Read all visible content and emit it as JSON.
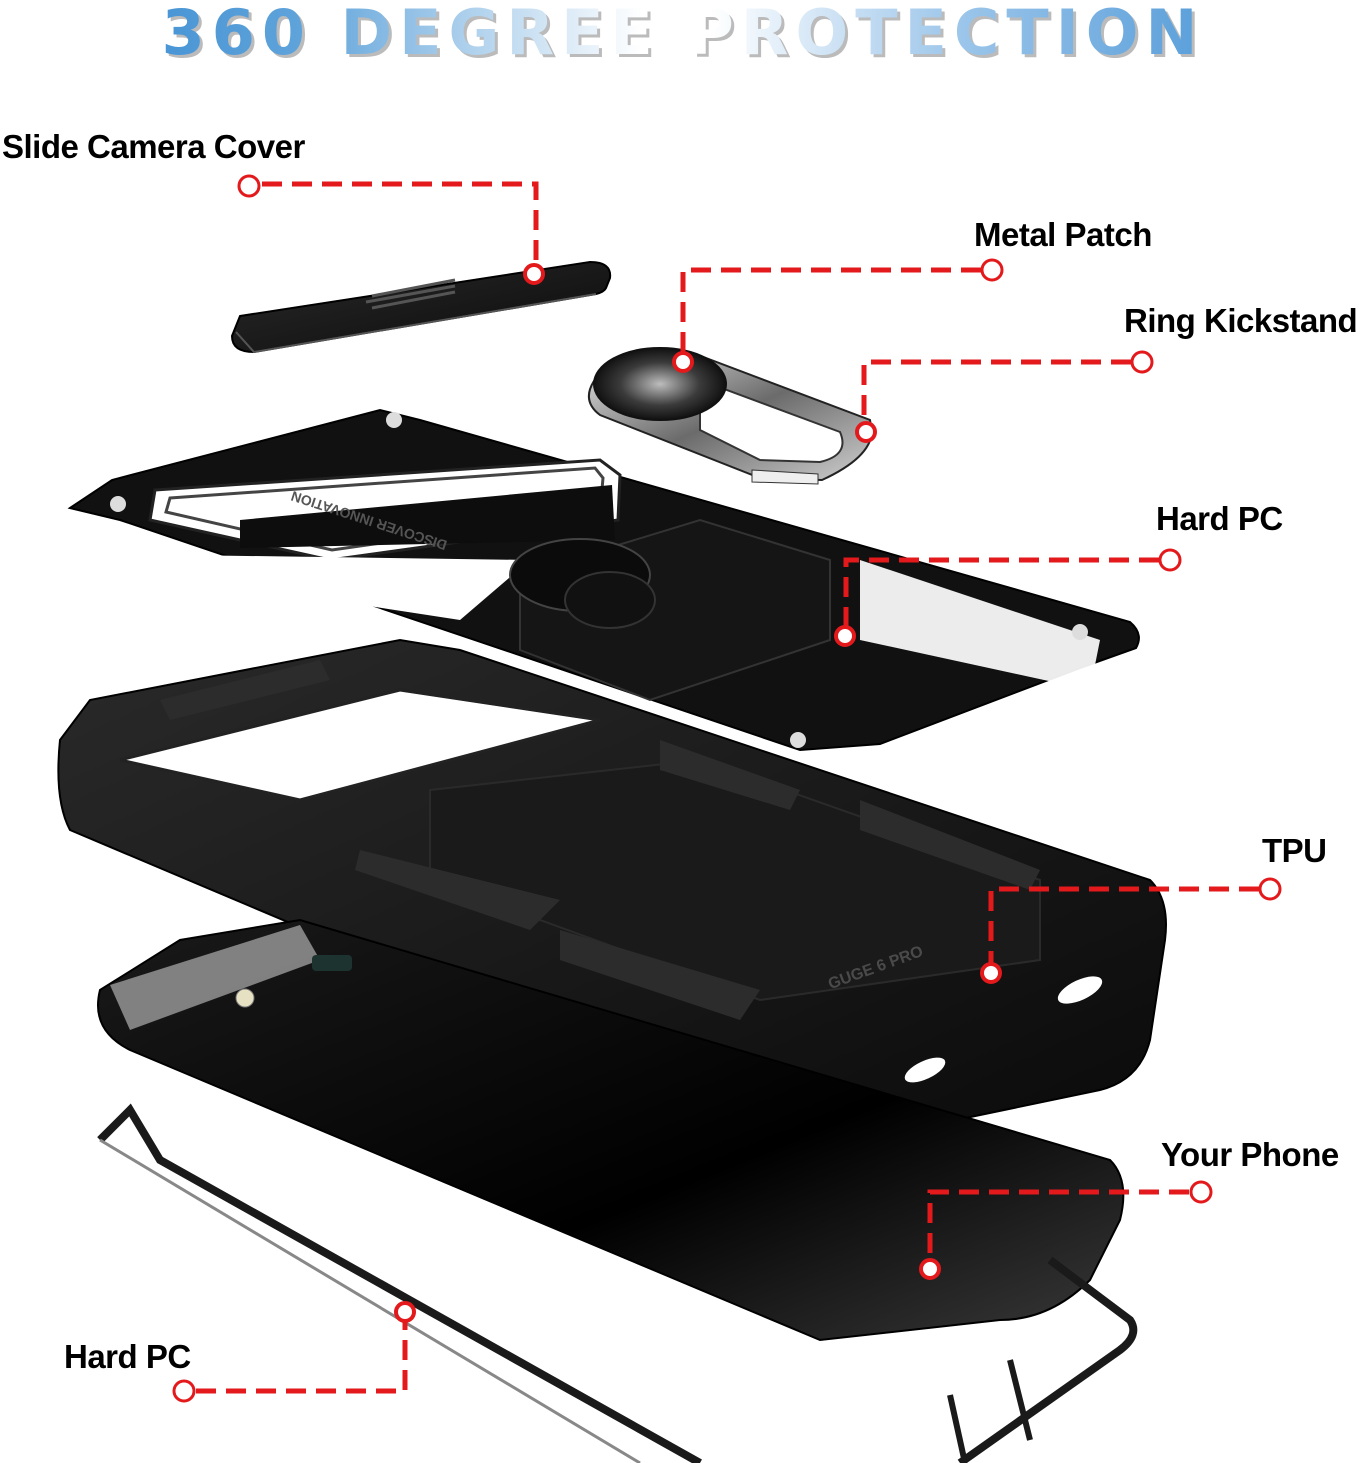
{
  "title": "360 DEGREE PROTECTION",
  "accent_color": "#e3191c",
  "title_gradient": [
    "#2f86d0",
    "#ffffff",
    "#2f86d0"
  ],
  "callouts": [
    {
      "id": "slide-camera-cover",
      "label": "Slide Camera Cover"
    },
    {
      "id": "metal-patch",
      "label": "Metal Patch"
    },
    {
      "id": "ring-kickstand",
      "label": "Ring Kickstand"
    },
    {
      "id": "hard-pc-top",
      "label": "Hard PC"
    },
    {
      "id": "tpu",
      "label": "TPU"
    },
    {
      "id": "your-phone",
      "label": "Your Phone"
    },
    {
      "id": "hard-pc-bottom",
      "label": "Hard PC"
    }
  ],
  "case_text": {
    "camera_plate": "DISCOVER INNOVATION",
    "tpu_model": "GUGE 6 PRO"
  }
}
